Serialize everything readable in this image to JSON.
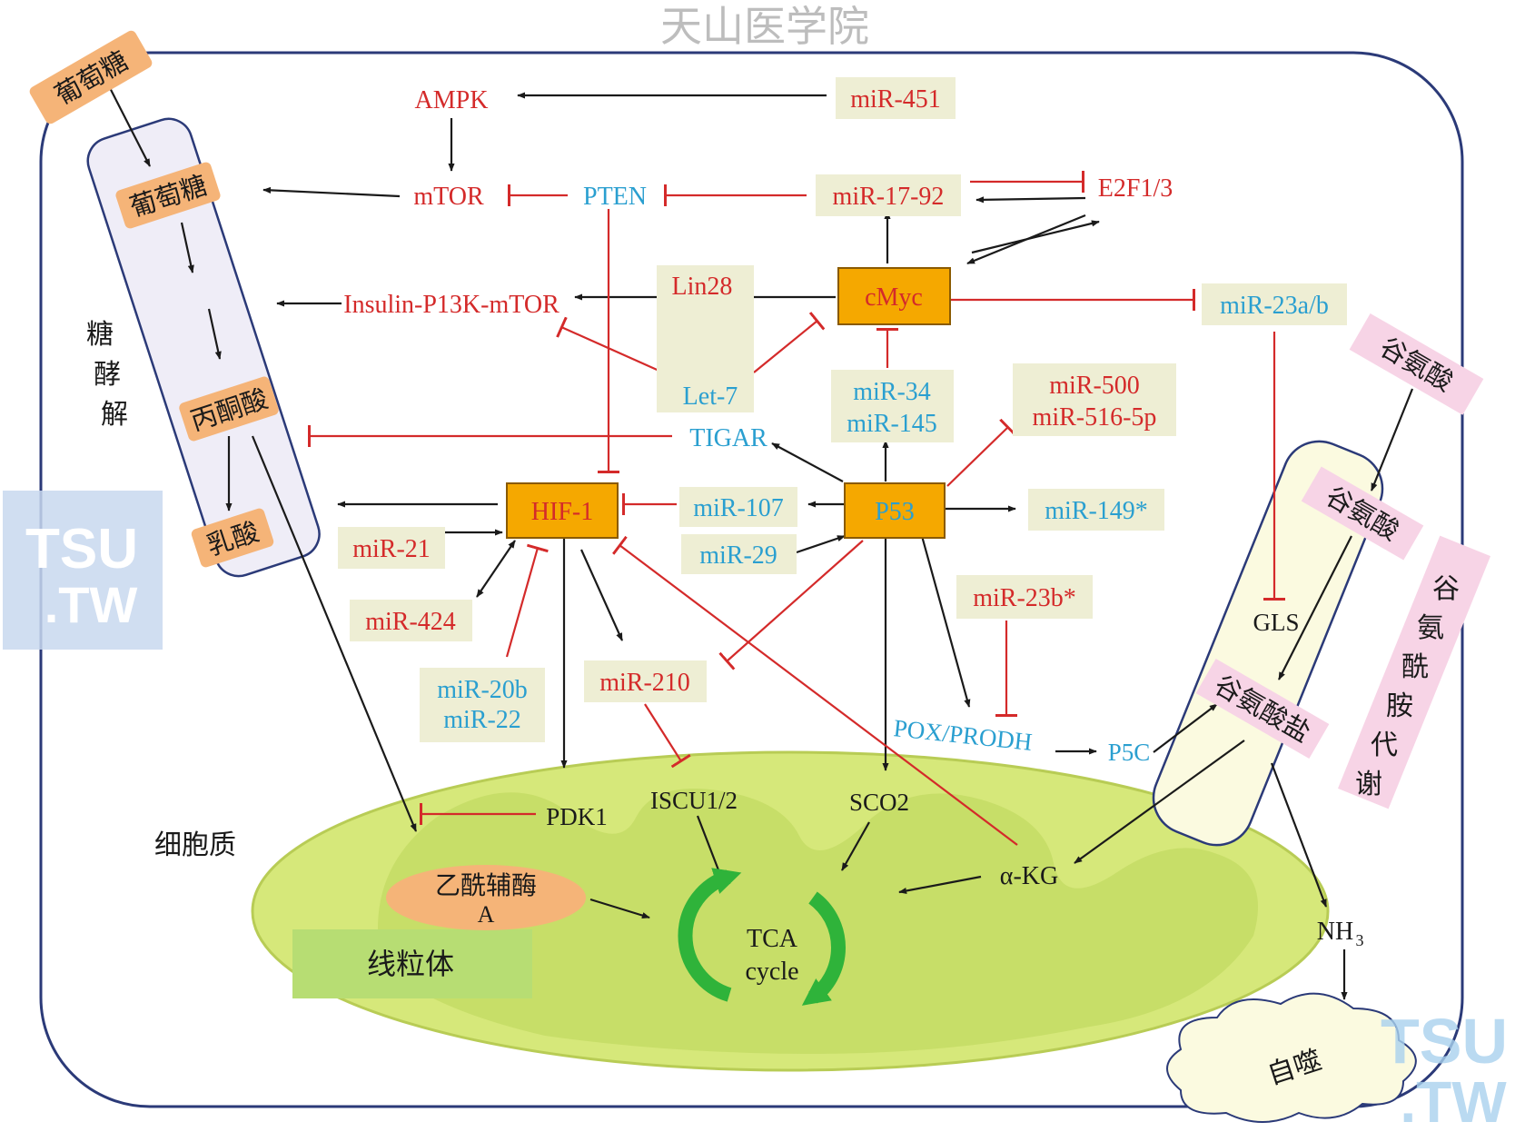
{
  "watermark_top": "天山医学院",
  "watermark_logo": "TSU.TW",
  "regions": {
    "cytoplasm": "细胞质",
    "glycolysis": "糖酵解",
    "mitochondria": "线粒体",
    "glutamine_metabolism": "谷氨酰胺代谢"
  },
  "metabolites": {
    "glucose_outside": "葡萄糖",
    "glucose_inside": "葡萄糖",
    "pyruvate": "丙酮酸",
    "lactate": "乳酸",
    "acetyl_coa_line1": "乙酰辅酶",
    "acetyl_coa_line2": "A",
    "glutamate_outside": "谷氨酸",
    "glutamate_inside": "谷氨酸",
    "glutamate_salt": "谷氨酸盐",
    "tca_line1": "TCA",
    "tca_line2": "cycle",
    "alpha_kg": "α-KG",
    "nh3": "NH",
    "nh3_sub": "3",
    "autophagy": "自噬",
    "p5c": "P5C"
  },
  "nodes": {
    "ampk": "AMPK",
    "mtor": "mTOR",
    "pten": "PTEN",
    "e2f": "E2F1/3",
    "insulin": "Insulin-P13K-mTOR",
    "lin28": "Lin28",
    "let7": "Let-7",
    "cmyc": "cMyc",
    "tigar": "TIGAR",
    "hif1": "HIF-1",
    "p53": "P53",
    "pdk1": "PDK1",
    "iscu": "ISCU1/2",
    "sco2": "SCO2",
    "pox": "POX/PRODH",
    "gls": "GLS"
  },
  "mirnas": {
    "mir451": "miR-451",
    "mir1792": "miR-17-92",
    "mir23ab": "miR-23a/b",
    "mir34_line1": "miR-34",
    "mir34_line2": "miR-145",
    "mir500_line1": "miR-500",
    "mir500_line2": "miR-516-5p",
    "mir107": "miR-107",
    "mir29": "miR-29",
    "mir149": "miR-149*",
    "mir21": "miR-21",
    "mir424": "miR-424",
    "mir20b_line1": "miR-20b",
    "mir20b_line2": "miR-22",
    "mir210": "miR-210",
    "mir23b": "miR-23b*"
  },
  "colors": {
    "activation": "#1a1a1a",
    "inhibition": "#d42a2a",
    "mirna_box": "#eeeed4",
    "regulator_box": "#f5a800",
    "metabolite_box": "#f5b478",
    "glutamate_box": "#f7d4e6",
    "mito_fill": "#d6e87a",
    "cell_border": "#2b3a78",
    "tca_arrow": "#2fb33a"
  }
}
